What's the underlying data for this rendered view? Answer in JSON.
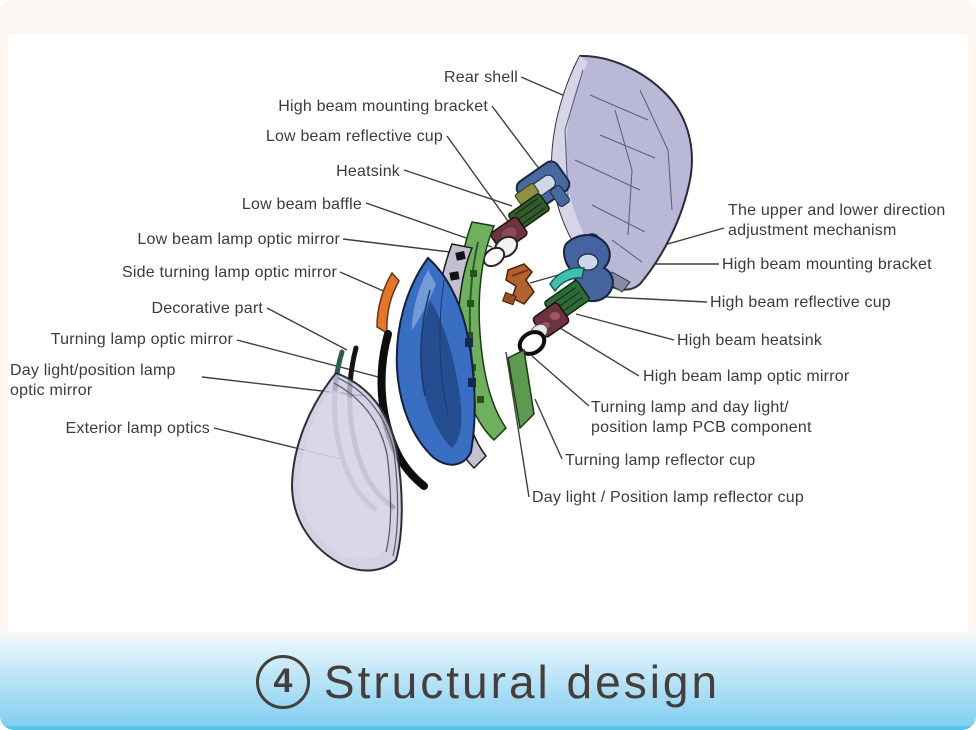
{
  "diagram": {
    "labels": {
      "rear_shell": "Rear shell",
      "high_beam_mounting_bracket_top": "High beam mounting bracket",
      "low_beam_reflective_cup": "Low beam reflective cup",
      "heatsink": "Heatsink",
      "low_beam_baffle": "Low beam baffle",
      "low_beam_lamp_optic_mirror": "Low beam lamp optic mirror",
      "side_turning_lamp_optic_mirror": "Side turning lamp optic mirror",
      "decorative_part": "Decorative part",
      "turning_lamp_optic_mirror": "Turning lamp optic mirror",
      "day_light_position_lamp_optic_mirror_line1": "Day light/position lamp",
      "day_light_position_lamp_optic_mirror_line2": "optic mirror",
      "exterior_lamp_optics": "Exterior lamp optics",
      "adjustment_mechanism_line1": "The upper and lower direction",
      "adjustment_mechanism_line2": "adjustment mechanism",
      "high_beam_mounting_bracket_right": "High beam mounting bracket",
      "high_beam_reflective_cup": "High beam reflective cup",
      "high_beam_heatsink": "High beam heatsink",
      "high_beam_lamp_optic_mirror": "High beam lamp optic mirror",
      "pcb_component_line1": "Turning lamp and day light/",
      "pcb_component_line2": "position lamp PCB component",
      "turning_lamp_reflector_cup": "Turning lamp reflector cup",
      "day_light_position_lamp_reflector_cup": "Day light / Position lamp reflector cup"
    }
  },
  "footer": {
    "number": "4",
    "title": "Structural design"
  },
  "colors": {
    "background": "#fbf6f2",
    "label_text": "#3b3b3b",
    "leader_line": "#3f3f3f",
    "banner_top": "#eef8fd",
    "banner_bottom": "#83cff1",
    "banner_edge": "#58c0ea",
    "title_text": "#453e3a",
    "rear_shell": "#b9b8d6",
    "bracket_blue": "#47699f",
    "heatsink_green": "#2f6b3a",
    "reflector_maroon": "#6b3440",
    "teal_part": "#3fbfae",
    "frame_green": "#6fb05e",
    "lens_blue": "#3a6ec2",
    "decorative_orange": "#e2772c",
    "adjustment_orange": "#b0622f",
    "exterior_lens": "#c9c6dc"
  }
}
